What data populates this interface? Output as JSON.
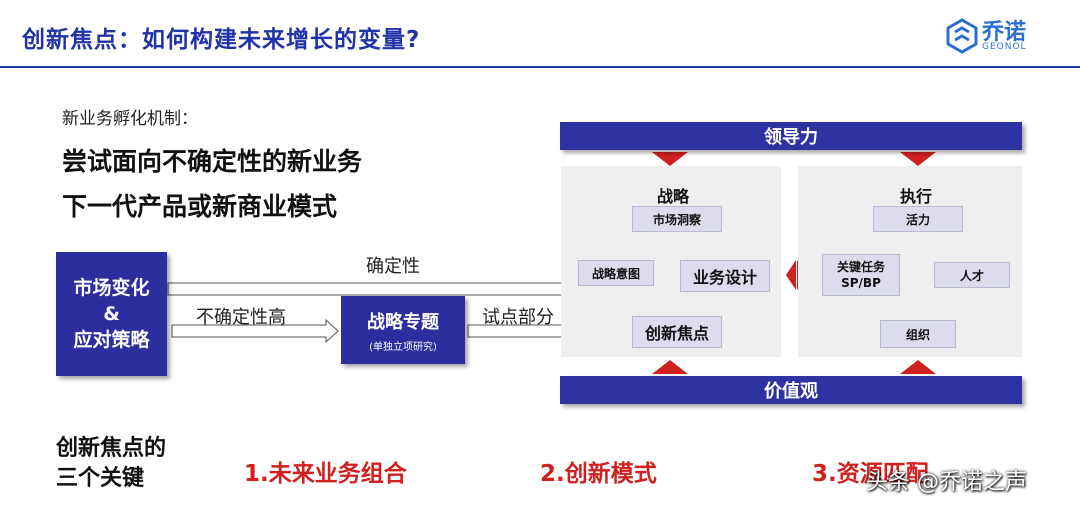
{
  "header": {
    "title": "创新焦点：如何构建未来增长的变量?",
    "logo_cn": "乔诺",
    "logo_en": "GEONOL"
  },
  "intro": {
    "subtitle": "新业务孵化机制：",
    "line1": "尝试面向不确定性的新业务",
    "line2": "下一代产品或新商业模式"
  },
  "flow": {
    "market_box": [
      "市场变化",
      "&",
      "应对策略"
    ],
    "certain_label": "确定性",
    "uncertain_label": "不确定性高",
    "topic_box": {
      "title": "战略专题",
      "note": "(单独立项研究)"
    },
    "pilot_label": "试点部分"
  },
  "framework": {
    "leadership": "领导力",
    "values": "价值观",
    "strategy": {
      "title": "战略",
      "insight": "市场洞察",
      "intent": "战略意图",
      "design": "业务设计",
      "focus": "创新焦点"
    },
    "execution": {
      "title": "执行",
      "climate": "活力",
      "tasks": [
        "关键任务",
        "SP/BP"
      ],
      "talent": "人才",
      "org": "组织"
    }
  },
  "keys": {
    "label": [
      "创新焦点的",
      "三个关键"
    ],
    "items": [
      "1.未来业务组合",
      "2.创新模式",
      "3.资源匹配"
    ]
  },
  "watermark": "头条 @乔诺之声",
  "colors": {
    "title_blue": "#2233a8",
    "box_blue": "#2b2e9e",
    "accent_red": "#d0201f"
  }
}
